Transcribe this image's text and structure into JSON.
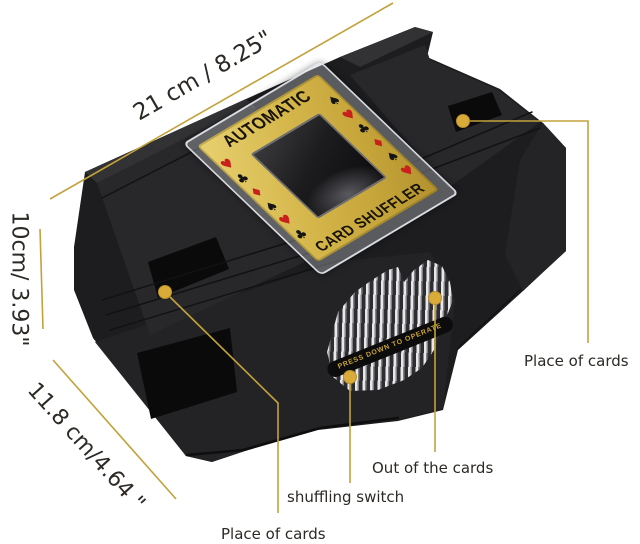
{
  "figure": {
    "title": "Automatic card shuffler annotated dimension diagram"
  },
  "dimensions": {
    "width": {
      "text": "21 cm / 8.25\""
    },
    "height": {
      "text": "10cm/ 3.93\""
    },
    "depth": {
      "text": "11.8 cm/4.64 \""
    }
  },
  "callouts": {
    "place_right": {
      "text": "Place of cards"
    },
    "out": {
      "text": "Out of the cards"
    },
    "switch": {
      "text": "shuffling switch"
    },
    "place_bottom": {
      "text": "Place of cards"
    }
  },
  "device": {
    "plate_title_top": "AUTOMATIC",
    "plate_title_bottom": "CARD SHUFFLER",
    "switch_label": "PRESS DOWN TO OPERATE",
    "suits_left": [
      {
        "char": "♥",
        "color": "red"
      },
      {
        "char": "♣",
        "color": "black"
      },
      {
        "char": "♦",
        "color": "red"
      },
      {
        "char": "♠",
        "color": "black"
      },
      {
        "char": "♥",
        "color": "red"
      },
      {
        "char": "♣",
        "color": "black"
      }
    ],
    "suits_right": [
      {
        "char": "♠",
        "color": "black"
      },
      {
        "char": "♥",
        "color": "red"
      },
      {
        "char": "♣",
        "color": "black"
      },
      {
        "char": "♦",
        "color": "red"
      },
      {
        "char": "♠",
        "color": "black"
      },
      {
        "char": "♥",
        "color": "red"
      }
    ]
  },
  "colors": {
    "annotation_line": "#c3a23c",
    "annotation_dot": "#d9ab38",
    "label_text": "#2d2a25",
    "plate_gold": "#d5b74c",
    "suit_red": "#c9201d",
    "suit_black": "#141414",
    "device_body": "#1d1d1f",
    "background": "#ffffff"
  }
}
